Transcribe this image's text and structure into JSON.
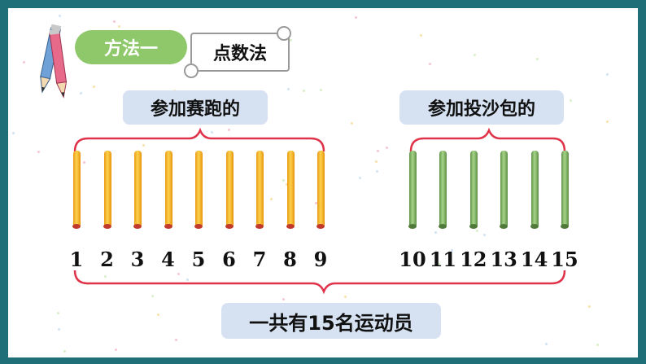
{
  "header": {
    "method_label": "方法一",
    "method_name": "点数法",
    "icon": "pencils-icon"
  },
  "groups": {
    "running": {
      "label": "参加赛跑的",
      "numbers": [
        "1",
        "2",
        "3",
        "4",
        "5",
        "6",
        "7",
        "8",
        "9"
      ],
      "color": "#f3b224"
    },
    "throwing": {
      "label": "参加投沙包的",
      "numbers": [
        "10",
        "11",
        "12",
        "13",
        "14",
        "15"
      ],
      "color": "#7fb462"
    }
  },
  "total": "一共有15名运动员",
  "colors": {
    "bracket": "#e0334a",
    "label_bg": "#d6e2f2",
    "pill": "#8ec86a",
    "frame": "#1f6f78"
  }
}
